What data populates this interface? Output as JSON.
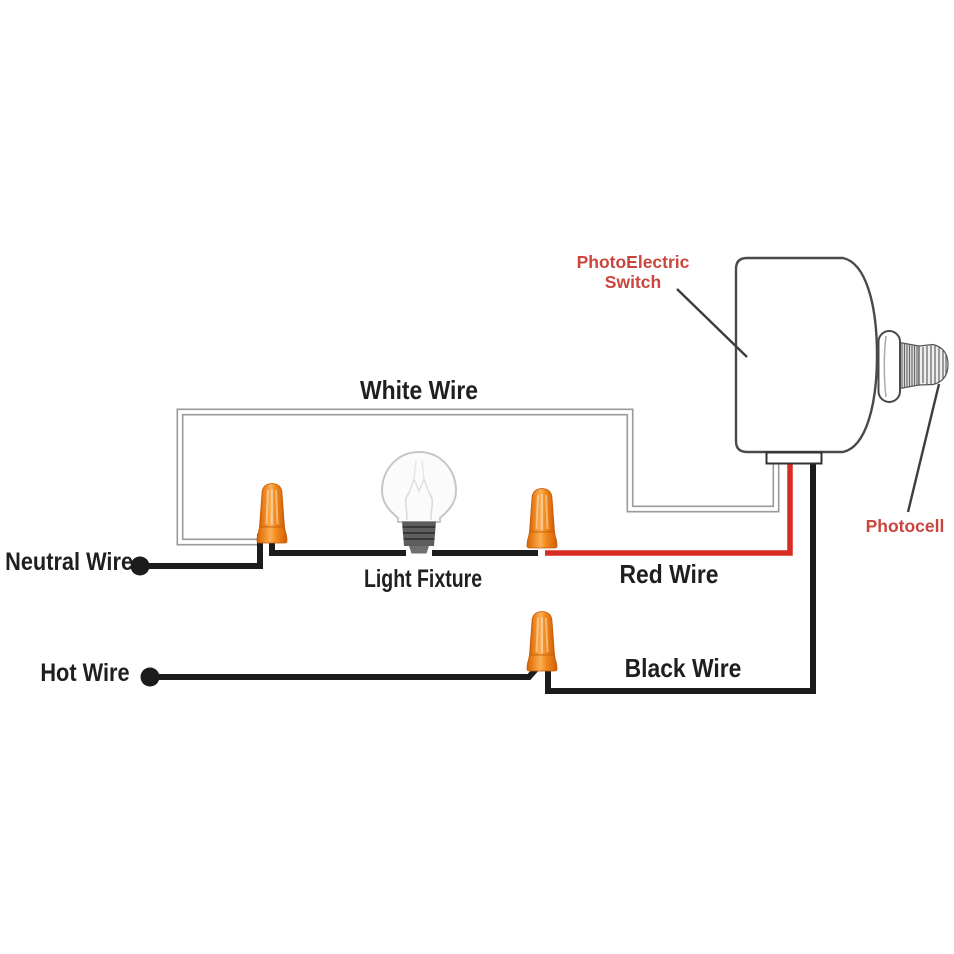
{
  "labels": {
    "white_wire": "White Wire",
    "neutral_wire": "Neutral Wire",
    "hot_wire": "Hot Wire",
    "light_fixture": "Light Fixture",
    "red_wire": "Red Wire",
    "black_wire": "Black Wire",
    "photoelectric_switch_line1": "PhotoElectric",
    "photoelectric_switch_line2": "Switch",
    "photocell": "Photocell"
  },
  "colors": {
    "background": "#ffffff",
    "wire_black": "#1c1c1c",
    "wire_red": "#d92b21",
    "wire_white_outline": "#9a9a9a",
    "wire_nut_orange": "#f28c1e",
    "wire_nut_orange_light": "#fbaf55",
    "wire_nut_orange_dark": "#d2620c",
    "label_black": "#1f1f1f",
    "label_red": "#c9453e",
    "component_outline": "#4a4a4a"
  },
  "components": {
    "photoelectric_switch": {
      "type": "photoelectric switch body"
    },
    "photocell": {
      "type": "threaded photocell sensor"
    },
    "light_fixture": {
      "type": "incandescent bulb in fixture"
    },
    "wire_connectors": {
      "count": 3,
      "type": "twist-on wire nut",
      "color": "orange"
    },
    "supply_terminals": {
      "count": 2,
      "type": "round terminal dot",
      "color": "black"
    }
  },
  "connections": [
    "White Wire: light fixture left wire connector to photoelectric switch",
    "Neutral Wire: supply neutral terminal to left wire connector",
    "Hot Wire: supply hot terminal to bottom wire connector",
    "Red Wire: photoelectric switch to right fixture wire connector",
    "Black Wire: photoelectric switch to bottom wire connector"
  ]
}
